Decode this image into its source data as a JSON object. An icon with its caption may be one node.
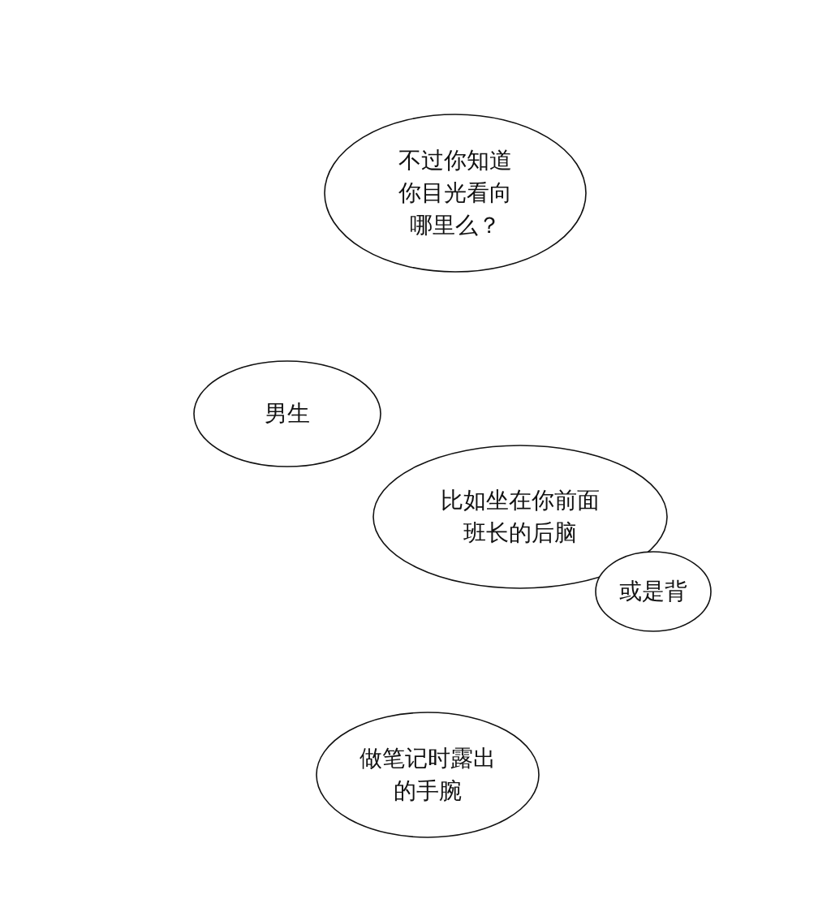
{
  "diagram": {
    "nodes": [
      {
        "text": [
          "不过你知道你目光看向哪里么？"
        ]
      },
      {
        "text": [
          "男生"
        ]
      },
      {
        "text": [
          "比如坐在你前面班长的后脑"
        ]
      },
      {
        "text": [
          "或是背"
        ]
      },
      {
        "text": [
          "做笔记时露出的手腕"
        ]
      }
    ]
  }
}
